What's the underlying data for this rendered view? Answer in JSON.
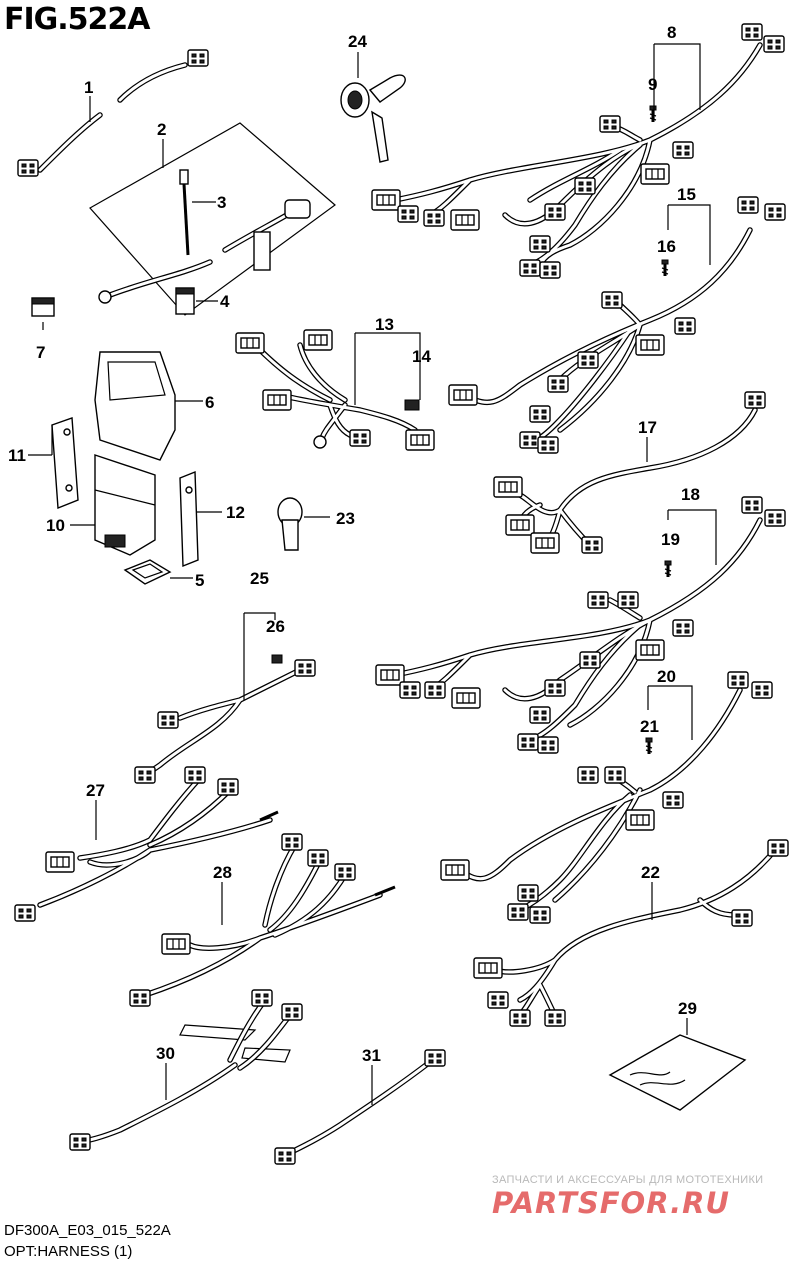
{
  "figure": {
    "title": "FIG.522A",
    "code": "DF300A_E03_015_522A",
    "name": "OPT:HARNESS (1)"
  },
  "watermark": {
    "line1": "ЗАПЧАСТИ И АКСЕССУАРЫ ДЛЯ МОТОТЕХНИКИ",
    "line2": "PARTSFOR.RU",
    "color": "#e56b6b"
  },
  "callouts": [
    "1",
    "2",
    "3",
    "4",
    "5",
    "6",
    "7",
    "8",
    "9",
    "10",
    "11",
    "12",
    "13",
    "14",
    "15",
    "16",
    "17",
    "18",
    "19",
    "20",
    "21",
    "22",
    "23",
    "24",
    "25",
    "26",
    "27",
    "28",
    "29",
    "30",
    "31"
  ]
}
